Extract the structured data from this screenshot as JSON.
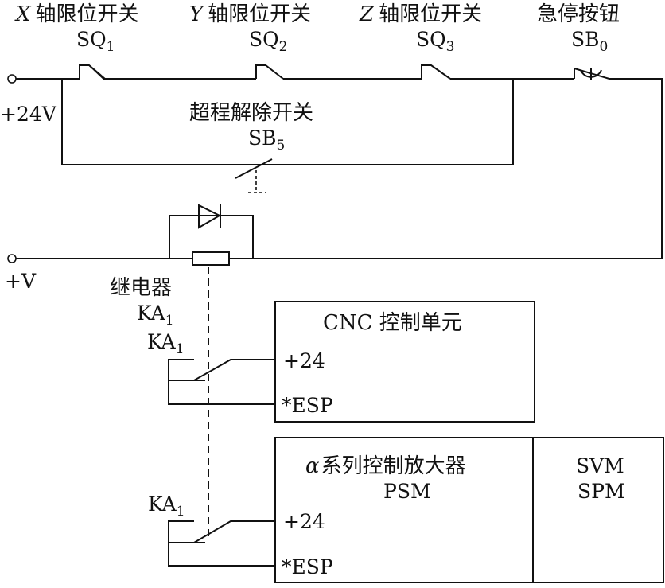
{
  "switches": {
    "sq1": {
      "title_var": "X",
      "title": "轴限位开关",
      "code": "SQ",
      "sub": "1"
    },
    "sq2": {
      "title_var": "Y",
      "title": "轴限位开关",
      "code": "SQ",
      "sub": "2"
    },
    "sq3": {
      "title_var": "Z",
      "title": "轴限位开关",
      "code": "SQ",
      "sub": "3"
    },
    "sb0": {
      "title": "急停按钮",
      "code": "SB",
      "sub": "0"
    },
    "sb5": {
      "title": "超程解除开关",
      "code": "SB",
      "sub": "5"
    }
  },
  "supply": {
    "v24": "+24V",
    "v": "+V"
  },
  "relay": {
    "title": "继电器",
    "code": "KA",
    "sub": "1"
  },
  "cnc": {
    "title": "CNC 控制单元",
    "pin1": "+24",
    "pin2": "*ESP",
    "contact_code": "KA",
    "contact_sub": "1"
  },
  "amp": {
    "greek": "α",
    "title": "系列控制放大器",
    "model": "PSM",
    "side1": "SVM",
    "side2": "SPM",
    "pin1": "+24",
    "pin2": "*ESP",
    "contact_code": "KA",
    "contact_sub": "1"
  }
}
